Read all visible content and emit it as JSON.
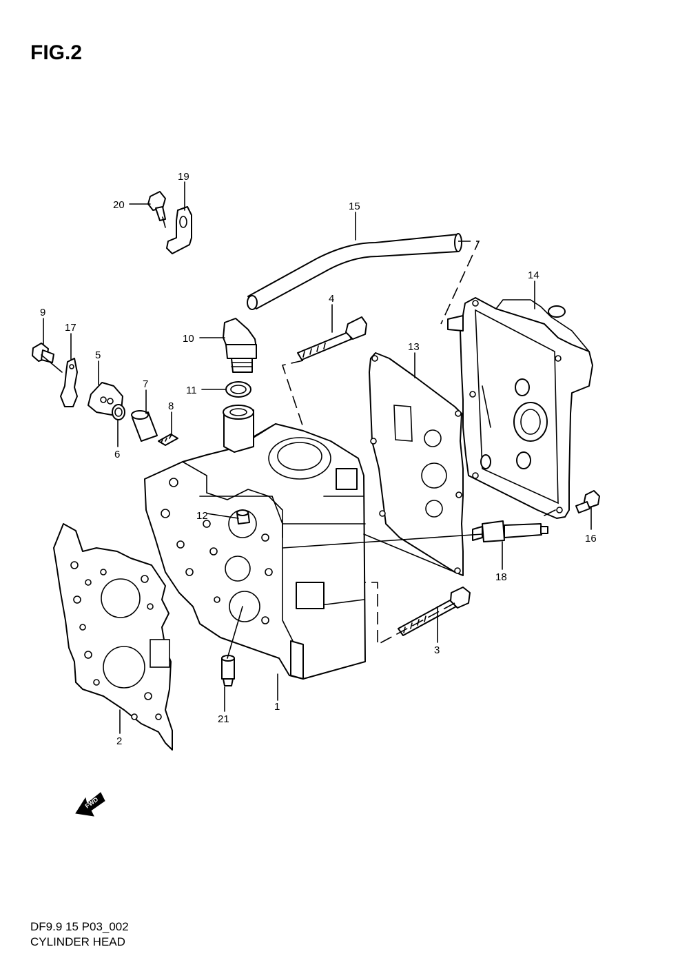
{
  "title": "FIG.2",
  "caption": {
    "code": "DF9.9 15 P03_002",
    "name": "CYLINDER HEAD"
  },
  "fwd_label": "FWD",
  "labels": {
    "p1": "1",
    "p2": "2",
    "p3": "3",
    "p4": "4",
    "p5": "5",
    "p6": "6",
    "p7": "7",
    "p8": "8",
    "p9": "9",
    "p10": "10",
    "p11": "11",
    "p12": "12",
    "p13": "13",
    "p14": "14",
    "p15": "15",
    "p16": "16",
    "p17": "17",
    "p18": "18",
    "p19": "19",
    "p20": "20",
    "p21": "21"
  }
}
